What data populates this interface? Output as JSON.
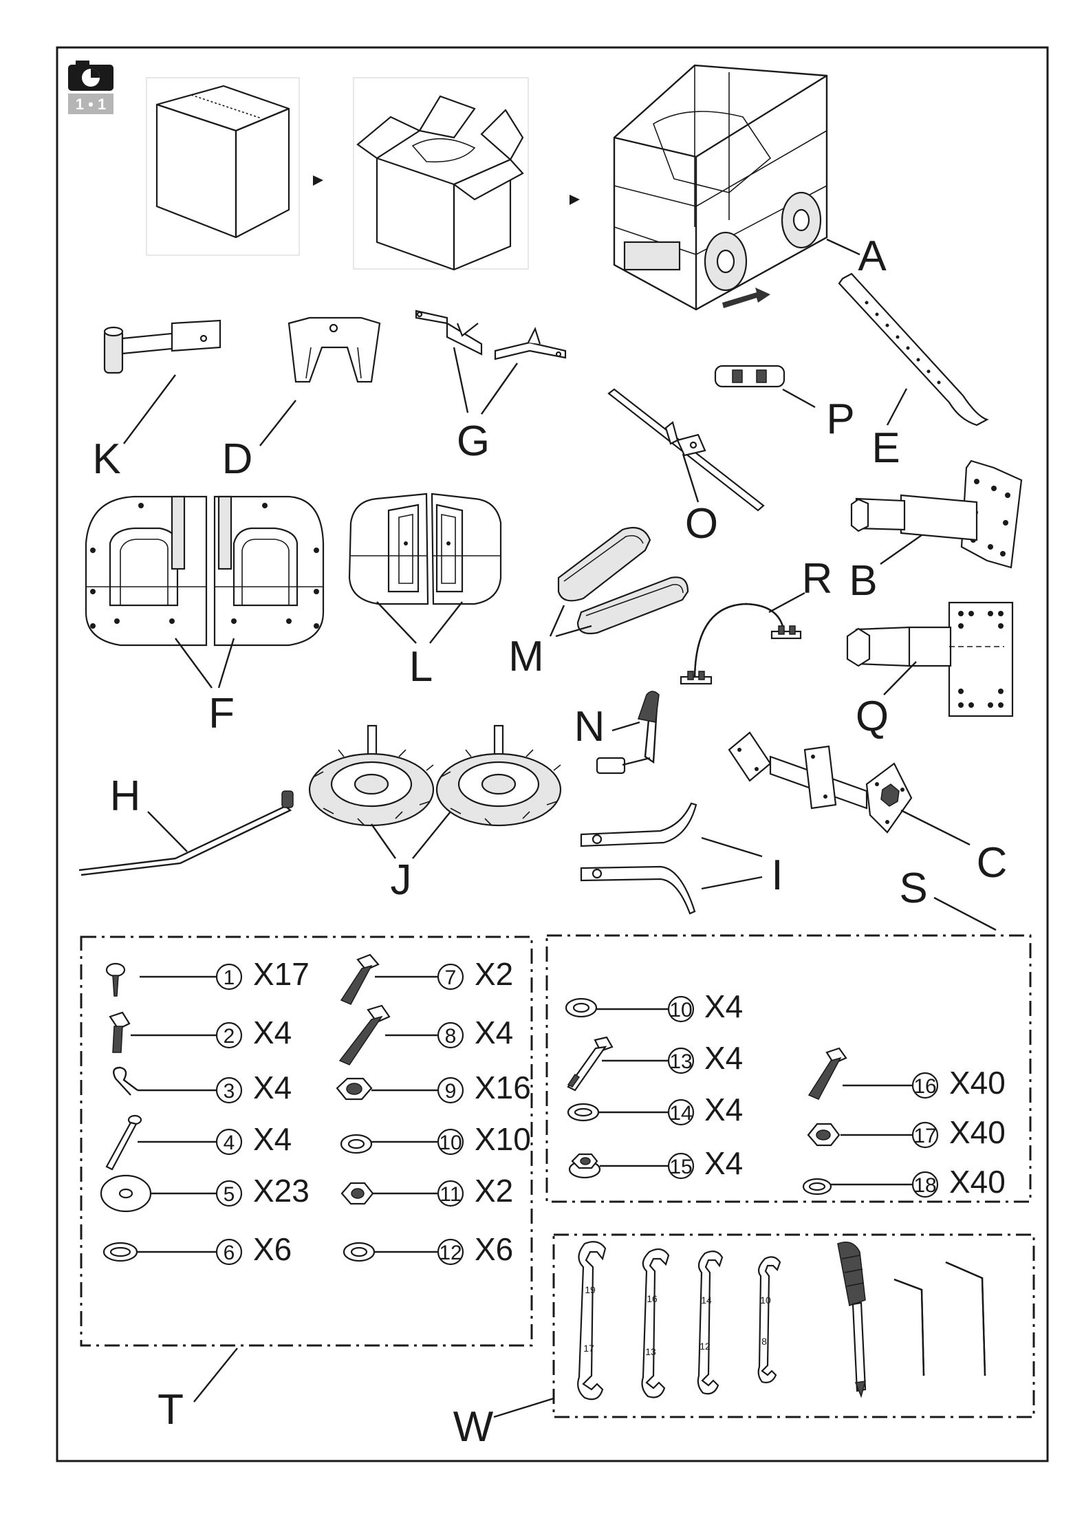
{
  "step_badge": {
    "icon": "camera-icon",
    "label": "1 • 1"
  },
  "parts": {
    "A": "A",
    "B": "B",
    "C": "C",
    "D": "D",
    "E": "E",
    "F": "F",
    "G": "G",
    "H": "H",
    "I": "I",
    "J": "J",
    "K": "K",
    "L": "L",
    "M": "M",
    "N": "N",
    "O": "O",
    "P": "P",
    "Q": "Q",
    "R": "R",
    "S": "S",
    "T": "T",
    "W": "W"
  },
  "hardware_T": [
    {
      "num": "1",
      "qty": "X17",
      "icon": "button-head-screw-icon"
    },
    {
      "num": "2",
      "qty": "X4",
      "icon": "flange-bolt-icon"
    },
    {
      "num": "3",
      "qty": "X4",
      "icon": "r-clip-icon"
    },
    {
      "num": "4",
      "qty": "X4",
      "icon": "clevis-pin-icon"
    },
    {
      "num": "5",
      "qty": "X23",
      "icon": "large-flat-washer-icon"
    },
    {
      "num": "6",
      "qty": "X6",
      "icon": "spring-washer-icon"
    },
    {
      "num": "7",
      "qty": "X2",
      "icon": "hex-bolt-icon"
    },
    {
      "num": "8",
      "qty": "X4",
      "icon": "long-hex-bolt-icon"
    },
    {
      "num": "9",
      "qty": "X16",
      "icon": "lock-nut-icon"
    },
    {
      "num": "10",
      "qty": "X10",
      "icon": "flat-washer-icon"
    },
    {
      "num": "11",
      "qty": "X2",
      "icon": "lock-nut-icon"
    },
    {
      "num": "12",
      "qty": "X6",
      "icon": "flat-washer-icon"
    }
  ],
  "hardware_S": [
    {
      "num": "10",
      "qty": "X4",
      "icon": "flat-washer-icon"
    },
    {
      "num": "13",
      "qty": "X4",
      "icon": "flange-bolt-icon"
    },
    {
      "num": "14",
      "qty": "X4",
      "icon": "spring-washer-icon"
    },
    {
      "num": "15",
      "qty": "X4",
      "icon": "flange-nut-icon"
    },
    {
      "num": "16",
      "qty": "X40",
      "icon": "hex-bolt-icon"
    },
    {
      "num": "17",
      "qty": "X40",
      "icon": "lock-nut-icon"
    },
    {
      "num": "18",
      "qty": "X40",
      "icon": "spring-washer-icon"
    }
  ],
  "wrenches": [
    {
      "top": "19",
      "bottom": "17"
    },
    {
      "top": "16",
      "bottom": "13"
    },
    {
      "top": "14",
      "bottom": "12"
    },
    {
      "top": "10",
      "bottom": "8"
    }
  ]
}
